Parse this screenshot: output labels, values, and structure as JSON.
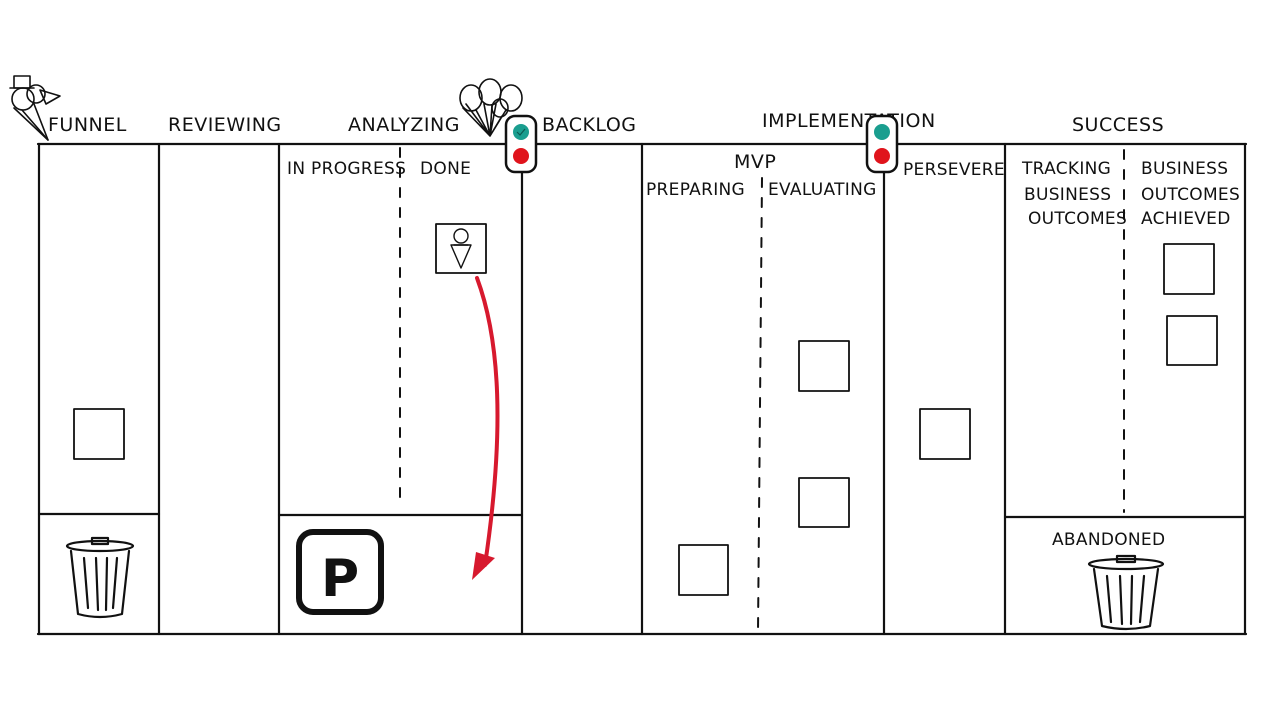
{
  "board": {
    "states": {
      "funnel": "FUNNEL",
      "reviewing": "REVIEWING",
      "analyzing": "ANALYZING",
      "backlog": "BACKLOG",
      "implementation": "IMPLEMENTATION",
      "success": "SUCCESS"
    },
    "analyzing_columns": {
      "in_progress": "IN PROGRESS",
      "done": "DONE"
    },
    "implementation": {
      "mvp": "MVP",
      "preparing": "PREPARING",
      "evaluating": "EVALUATING",
      "persevere": "PERSEVERE"
    },
    "success_columns": {
      "tracking": [
        "TRACKING",
        "BUSINESS",
        "OUTCOMES"
      ],
      "achieved": [
        "BUSINESS",
        "OUTCOMES",
        "ACHIEVED"
      ]
    },
    "abandoned": "ABANDONED",
    "parking_lot_letter": "P"
  },
  "colors": {
    "ink": "#111111",
    "arrow": "#d7192e",
    "signal_green": "#1a9e8f",
    "signal_red": "#e0141c"
  },
  "icons": [
    "funnel-icon",
    "balloons-icon",
    "traffic-light-icon",
    "trash-can-icon",
    "parking-sign-icon",
    "epic-card-icon"
  ]
}
